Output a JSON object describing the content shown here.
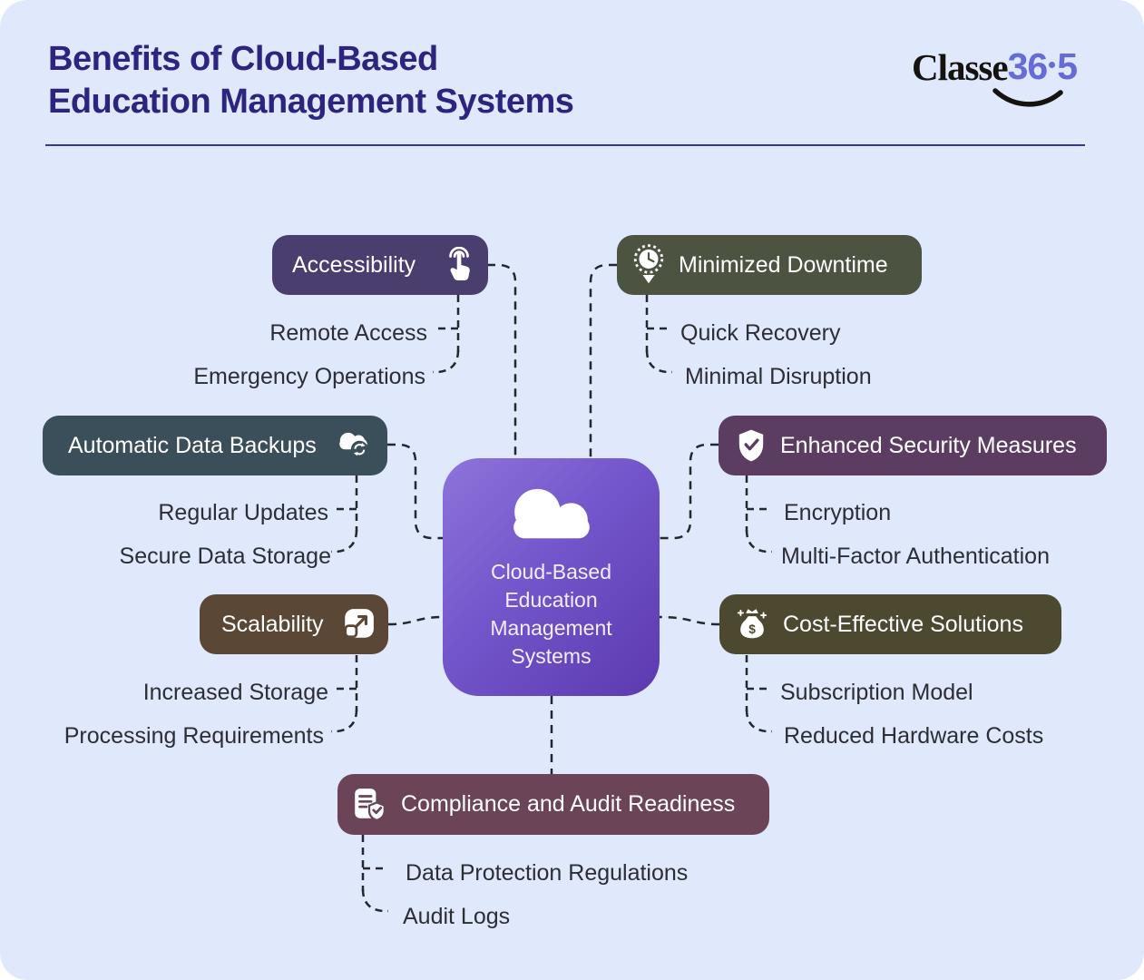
{
  "header": {
    "title_line1": "Benefits of Cloud-Based",
    "title_line2": "Education Management Systems",
    "title_color": "#2d2480"
  },
  "logo": {
    "name": "Classe",
    "accent_left": "36",
    "accent_right": "5",
    "accent_color": "#666bd8"
  },
  "background": {
    "page": "#ffffff",
    "card": "#dfe9fb"
  },
  "connector_color": "#26262e",
  "center": {
    "label": "Cloud-Based Education Management Systems",
    "lines": [
      "Cloud-Based",
      "Education",
      "Management",
      "Systems"
    ],
    "gradient": [
      "#8d74da",
      "#5b3aae"
    ],
    "icon": "cloud-icon"
  },
  "branches": [
    {
      "id": "accessibility",
      "label": "Accessibility",
      "color": "#4a3e6e",
      "icon": "tap-icon",
      "children": [
        "Remote Access",
        "Emergency Operations"
      ]
    },
    {
      "id": "minimized-downtime",
      "label": "Minimized Downtime",
      "color": "#4c5340",
      "icon": "clock-downtime-icon",
      "children": [
        "Quick Recovery",
        "Minimal Disruption"
      ]
    },
    {
      "id": "automatic-data-backups",
      "label": "Automatic Data Backups",
      "color": "#3a4f59",
      "icon": "cloud-sync-icon",
      "children": [
        "Regular Updates",
        "Secure Data Storage"
      ]
    },
    {
      "id": "enhanced-security-measures",
      "label": "Enhanced Security Measures",
      "color": "#5a3d61",
      "icon": "shield-check-icon",
      "children": [
        "Encryption",
        "Multi-Factor Authentication"
      ]
    },
    {
      "id": "scalability",
      "label": "Scalability",
      "color": "#5a4735",
      "icon": "scale-expand-icon",
      "children": [
        "Increased Storage",
        "Processing Requirements"
      ]
    },
    {
      "id": "cost-effective-solutions",
      "label": "Cost-Effective Solutions",
      "color": "#4d4830",
      "icon": "money-bag-icon",
      "children": [
        "Subscription Model",
        "Reduced Hardware Costs"
      ]
    },
    {
      "id": "compliance-audit-readiness",
      "label": "Compliance and Audit Readiness",
      "color": "#6b4457",
      "icon": "document-shield-icon",
      "children": [
        "Data Protection Regulations",
        "Audit Logs"
      ]
    }
  ]
}
